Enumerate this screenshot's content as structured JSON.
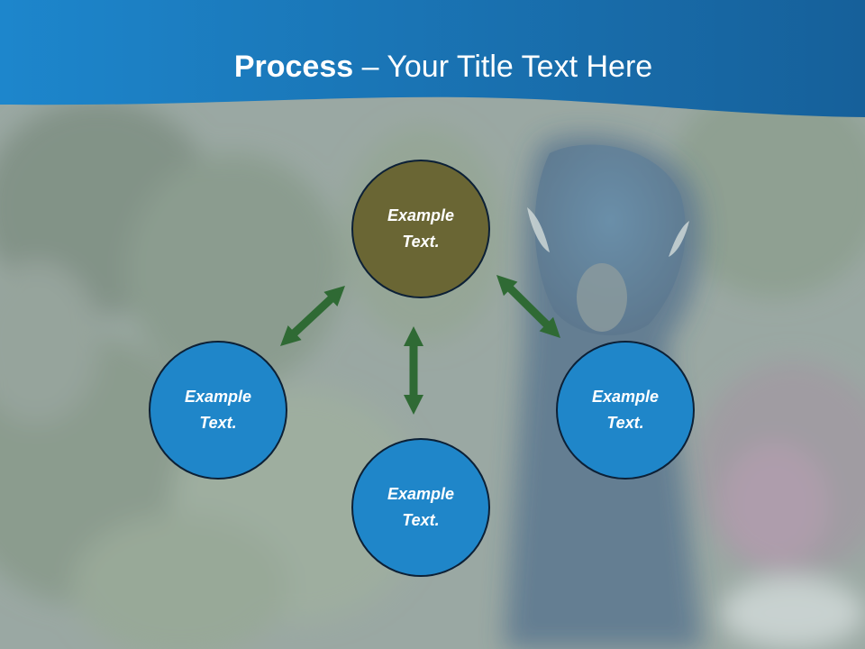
{
  "title": {
    "bold": "Process",
    "rest": " – Your Title Text Here"
  },
  "diagram": {
    "nodes": [
      {
        "id": "top",
        "label": "Example Text.",
        "color": "#6a6634"
      },
      {
        "id": "left",
        "label": "Example Text.",
        "color": "#1f86c9"
      },
      {
        "id": "right",
        "label": "Example Text.",
        "color": "#1f86c9"
      },
      {
        "id": "bottom",
        "label": "Example Text.",
        "color": "#1f86c9"
      }
    ],
    "edges": [
      {
        "from": "top",
        "to": "left",
        "style": "double-arrow"
      },
      {
        "from": "top",
        "to": "right",
        "style": "double-arrow"
      },
      {
        "from": "top",
        "to": "bottom",
        "style": "double-arrow"
      }
    ]
  },
  "colors": {
    "header": "#1a78b8",
    "arrow": "#2f6a34",
    "node_blue": "#1f86c9",
    "node_center": "#6a6634"
  }
}
